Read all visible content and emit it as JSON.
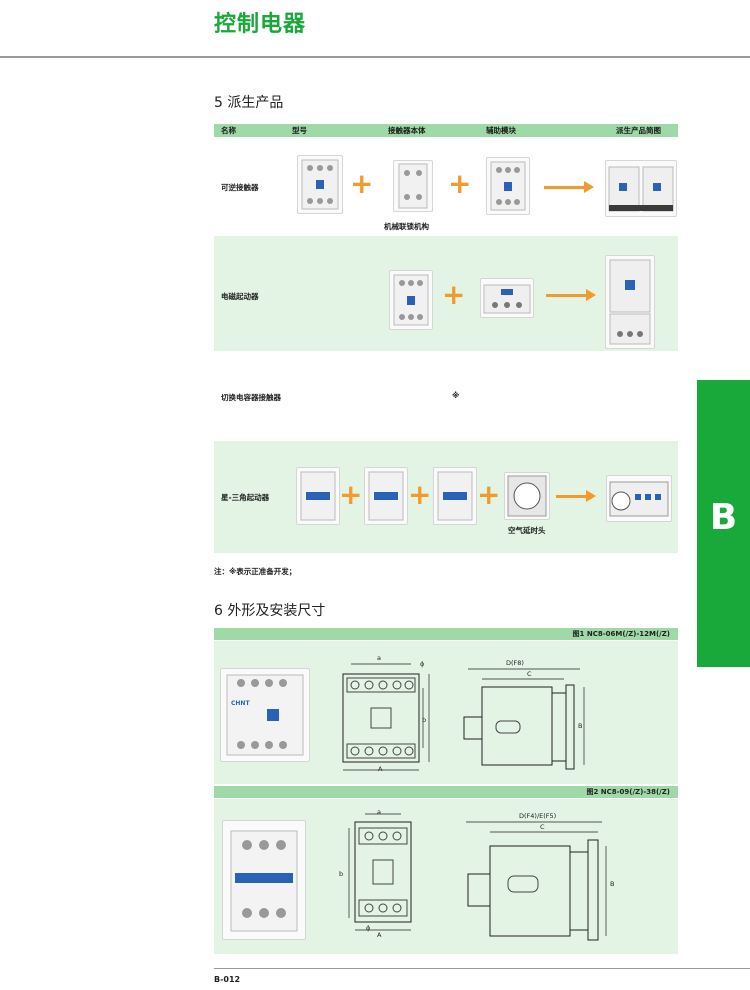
{
  "header": {
    "title": "控制电器"
  },
  "section5": {
    "title": "5 派生产品",
    "columns": [
      "名称",
      "型号",
      "接触器本体",
      "辅助模块",
      "派生产品简图"
    ],
    "rows": [
      {
        "name": "可逆接触器",
        "caption": "机械联锁机构"
      },
      {
        "name": "电磁起动器"
      },
      {
        "name": "切换电容器接触器",
        "mark": "※"
      },
      {
        "name": "星-三角起动器",
        "caption": "空气延时头"
      }
    ],
    "note": "注：※表示正准备开发；"
  },
  "section6": {
    "title": "6 外形及安装尺寸",
    "fig1": {
      "title": "图1 NC8-06M(/Z)-12M(/Z)",
      "dims": {
        "a": "a",
        "b": "b",
        "A": "A",
        "B": "B",
        "C": "C",
        "D": "D(F8)",
        "phi": "ϕ"
      }
    },
    "fig2": {
      "title": "图2 NC8-09(/Z)-38(/Z)",
      "dims": {
        "a": "a",
        "b": "b",
        "A": "A",
        "B": "B",
        "C": "C",
        "D": "D(F4)/E(F5)",
        "phi": "ϕ"
      }
    }
  },
  "side_tab": {
    "letter": "B"
  },
  "footer": {
    "page": "B-012"
  },
  "colors": {
    "brand_green": "#19a83a",
    "header_bar": "#9fd9a8",
    "band": "#e3f3e4",
    "accent_orange": "#f39a2a"
  }
}
